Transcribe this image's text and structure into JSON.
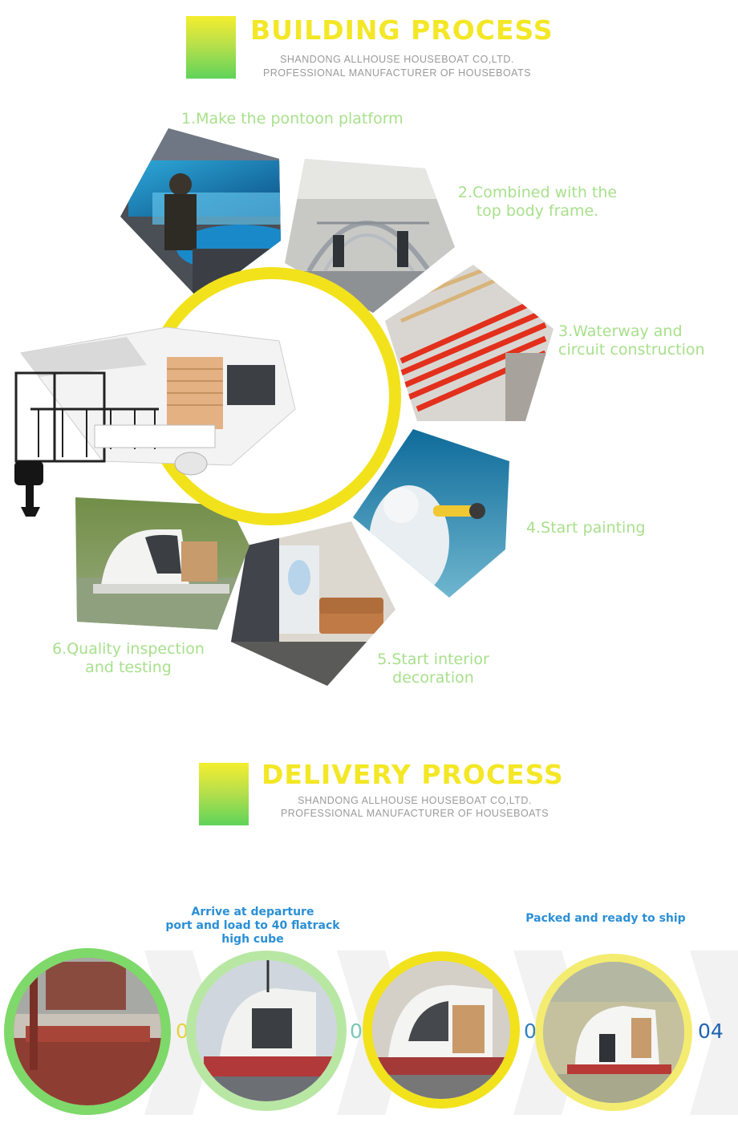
{
  "building": {
    "title": "BUILDING PROCESS",
    "company": "SHANDONG ALLHOUSE HOUSEBOAT CO,LTD.",
    "tagline": "PROFESSIONAL MANUFACTURER OF HOUSEBOATS",
    "steps": [
      {
        "line1": "1.Make the pontoon platform",
        "line2": ""
      },
      {
        "line1": "2.Combined with the",
        "line2": "top body frame."
      },
      {
        "line1": "3.Waterway and",
        "line2": "circuit construction"
      },
      {
        "line1": "4.Start painting",
        "line2": ""
      },
      {
        "line1": "5.Start interior",
        "line2": "decoration"
      },
      {
        "line1": "6.Quality inspection",
        "line2": "and testing"
      }
    ]
  },
  "delivery": {
    "title": "DELIVERY PROCESS",
    "company": "SHANDONG ALLHOUSE HOUSEBOAT CO,LTD.",
    "tagline": "PROFESSIONAL MANUFACTURER OF HOUSEBOATS",
    "caption_a": {
      "line1": "Arrive at departure",
      "line2": "port and load to 40 flatrack",
      "line3": "high cube"
    },
    "caption_b": "Packed and ready to ship",
    "numbers": [
      "01",
      "02",
      "03",
      "04"
    ]
  },
  "colors": {
    "title_yellow": "#f3e726",
    "label_green": "#a8e08c",
    "caption_blue": "#2a8fd6",
    "ring_green": "#7ed96a",
    "ring_yellow": "#f2e21c"
  }
}
